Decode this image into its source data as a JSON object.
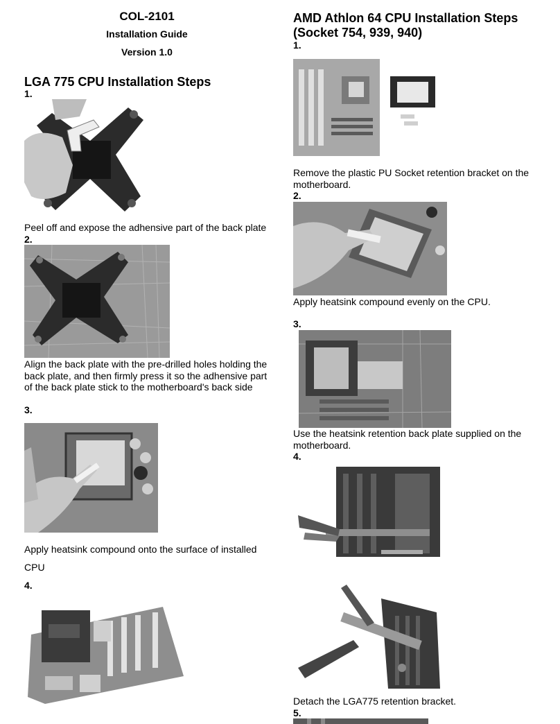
{
  "header": {
    "title": "COL-2101",
    "subtitle": "Installation Guide",
    "version": "Version 1.0"
  },
  "left": {
    "section_title": "LGA 775 CPU Installation Steps",
    "steps": [
      {
        "number": "1.",
        "caption": "Peel off and expose the adhensive part of the back plate"
      },
      {
        "number": "2.",
        "caption": "Align the back plate with the pre-drilled holes holding the back plate, and then firmly press it so the adhensive part of the back plate stick to the motherboard's back side"
      },
      {
        "number": "3.",
        "caption": "Apply heatsink compound onto the surface of installed",
        "caption_cont": "CPU"
      },
      {
        "number": "4.",
        "caption": ""
      }
    ]
  },
  "right": {
    "section_title_line1": "AMD Athlon 64 CPU Installation Steps",
    "section_title_line2": "(Socket 754, 939, 940)",
    "steps": [
      {
        "number": "1.",
        "caption": "Remove the plastic PU Socket retention bracket on the motherboard."
      },
      {
        "number": "2.",
        "caption": "Apply heatsink compound evenly on the CPU."
      },
      {
        "number": "3.",
        "caption": "Use the heatsink retention back plate supplied on the motherboard."
      },
      {
        "number": "4.",
        "caption": "Detach the LGA775 retention bracket."
      },
      {
        "number": "5.",
        "caption": ""
      }
    ]
  }
}
